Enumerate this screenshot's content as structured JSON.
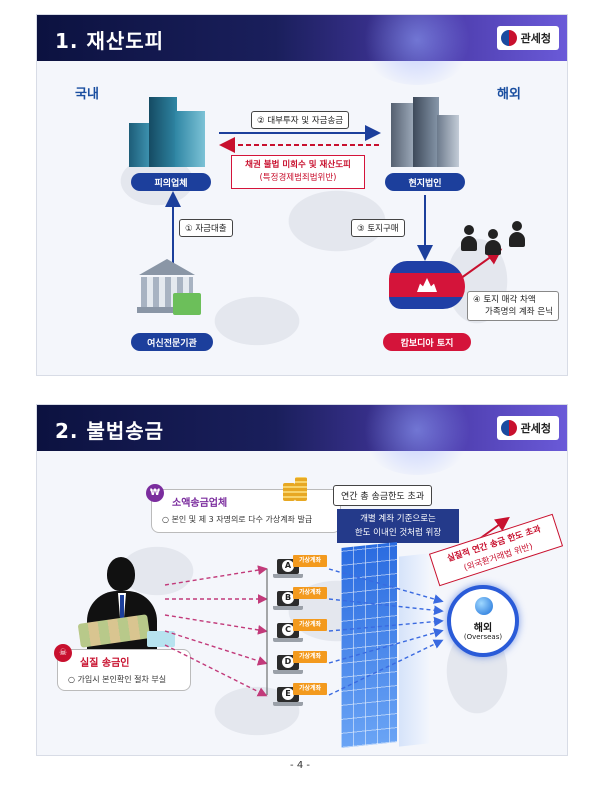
{
  "slide1": {
    "title": "1. 재산도피",
    "agency": "관세청",
    "domestic_label": "국내",
    "overseas_label": "해외",
    "step2": "② 대부투자 및 자금송금",
    "red_box_line1": "채권 불법 미회수 및 재산도피",
    "red_box_line2": "(특정경제범죄법위반)",
    "suspect_company": "피의업체",
    "local_corp": "현지법인",
    "step1": "① 자금대출",
    "step3": "③ 토지구매",
    "step4_line1": "④ 토지 매각 차액",
    "step4_line2": "가족명의 계좌 은닉",
    "lender": "여신전문기관",
    "land": "캄보디아 토지"
  },
  "slide2": {
    "title": "2. 불법송금",
    "agency": "관세청",
    "small_remit_title": "소액송금업체",
    "small_remit_desc": "○ 본인 및 제 3 자명의로 다수 가상계좌 발급",
    "limit_exceed": "연간 총 송금한도 초과",
    "blue_box_line1": "개별 계좌 기준으로는",
    "blue_box_line2": "한도 이내인 것처럼 위장",
    "actual_over_line1": "실질적 연간 송금 한도 초과",
    "actual_over_line2": "(외국환거래법 위반)",
    "real_sender_title": "실질 송금인",
    "real_sender_desc": "○ 가입시 본인확인 절차 부실",
    "overseas": "해외",
    "overseas_en": "(Overseas)",
    "laptops": [
      "A",
      "B",
      "C",
      "D",
      "E"
    ],
    "virtual_account": "가상계좌"
  },
  "page_number": "- 4 -"
}
